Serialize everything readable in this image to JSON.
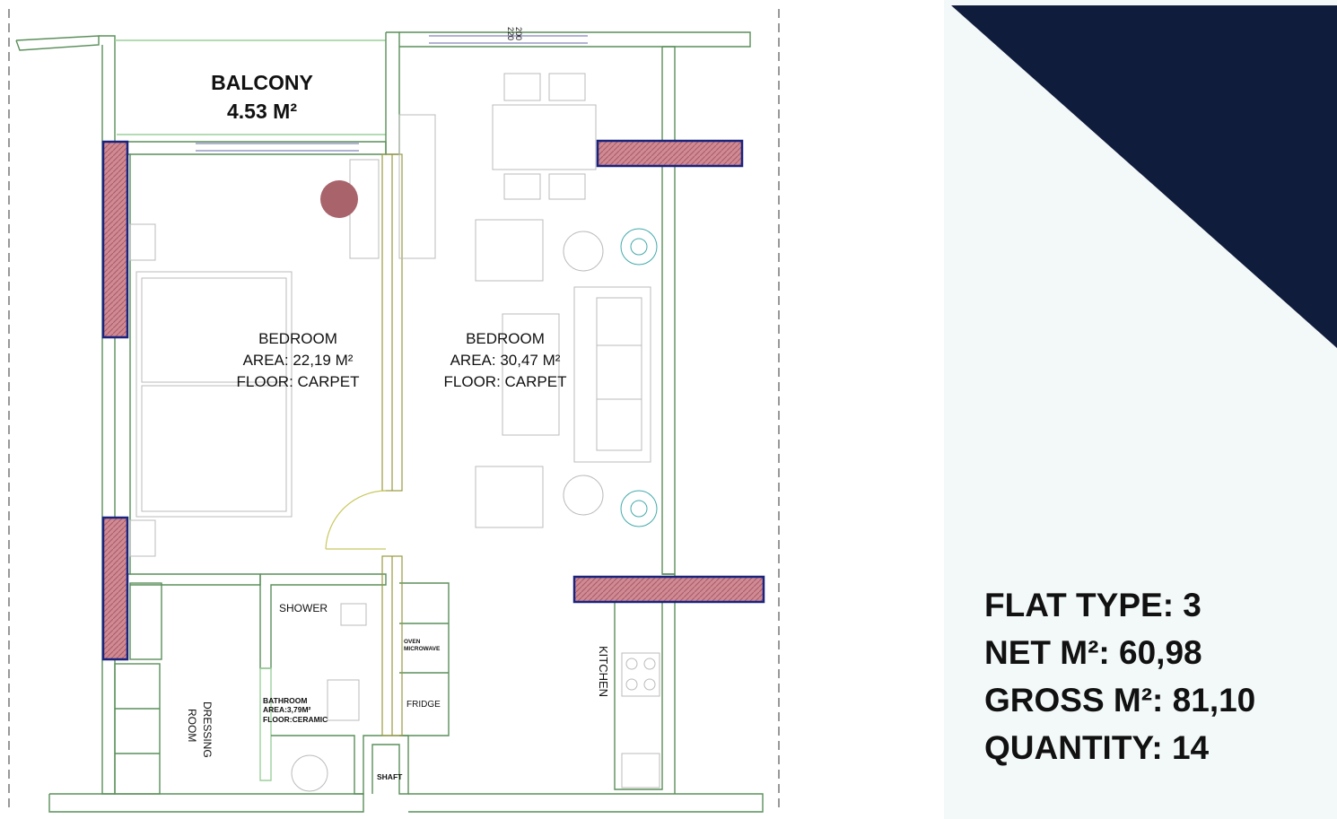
{
  "plan": {
    "dimension_marks": [
      "200",
      "220"
    ],
    "rooms": {
      "balcony": {
        "name": "BALCONY",
        "area": "4.53 M²"
      },
      "bedroom1": {
        "name": "BEDROOM",
        "area": "AREA: 22,19 M²",
        "floor": "FLOOR: CARPET"
      },
      "bedroom2": {
        "name": "BEDROOM",
        "area": "AREA: 30,47 M²",
        "floor": "FLOOR: CARPET"
      },
      "shower": {
        "name": "SHOWER"
      },
      "bathroom": {
        "name": "BATHROOM",
        "area": "AREA:3,79M²",
        "floor": "FLOOR:CERAMIC"
      },
      "oven": {
        "line1": "OVEN",
        "line2": "MICROWAVE"
      },
      "fridge": {
        "name": "FRIDGE"
      },
      "kitchen": {
        "name": "KITCHEN"
      },
      "dressing": {
        "line1": "DRESSING",
        "line2": "ROOM"
      },
      "shaft": {
        "name": "SHAFT"
      }
    }
  },
  "summary": {
    "flat_type": "FLAT TYPE: 3",
    "net": "NET M²: 60,98",
    "gross": "GROSS M²: 81,10",
    "quantity": "QUANTITY: 14"
  },
  "colors": {
    "corner_navy": "#101c3c",
    "panel_bg": "#f3f9f9",
    "column_fill": "#c97b84",
    "column_border": "#1a237e",
    "wall_green": "#7fbf7f",
    "door_yellow": "#d8d860"
  }
}
